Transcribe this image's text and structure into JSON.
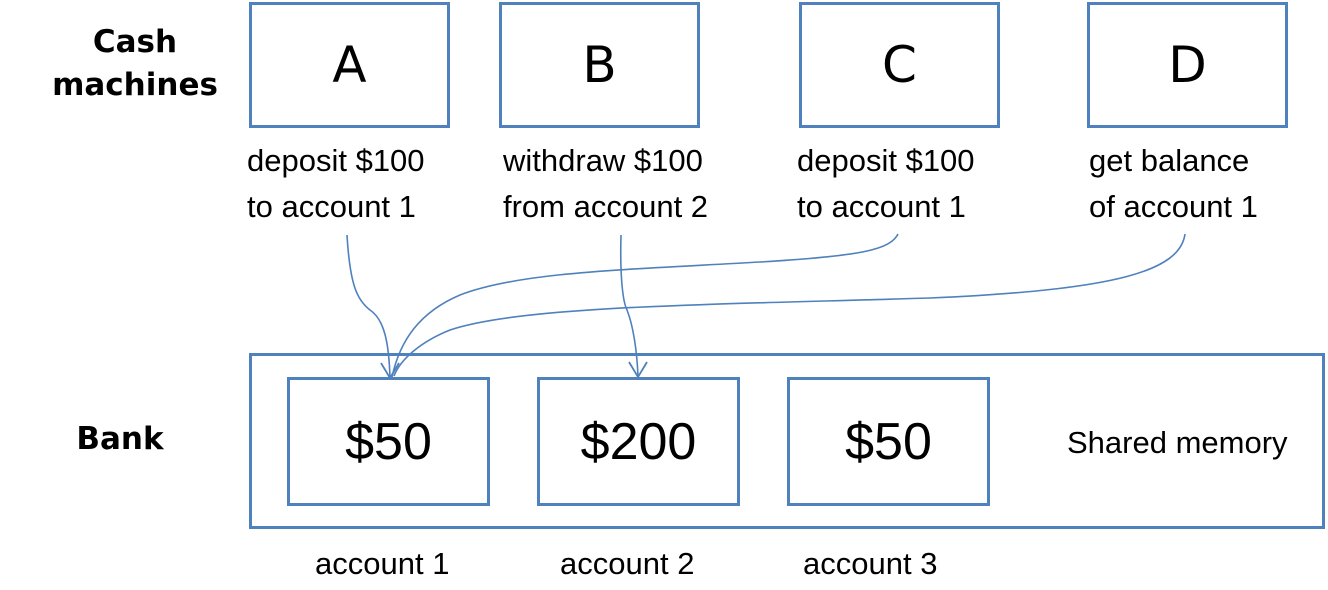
{
  "labels": {
    "cash_line1": "Cash",
    "cash_line2": "machines",
    "bank": "Bank",
    "shared_memory": "Shared memory"
  },
  "machines": [
    {
      "name": "A",
      "op_line1": "deposit $100",
      "op_line2": "to account 1"
    },
    {
      "name": "B",
      "op_line1": "withdraw $100",
      "op_line2": "from account 2"
    },
    {
      "name": "C",
      "op_line1": "deposit $100",
      "op_line2": "to account 1"
    },
    {
      "name": "D",
      "op_line1": "get balance",
      "op_line2": "of account 1"
    }
  ],
  "accounts": [
    {
      "balance": "$50",
      "label": "account 1"
    },
    {
      "balance": "$200",
      "label": "account 2"
    },
    {
      "balance": "$50",
      "label": "account 3"
    }
  ],
  "colors": {
    "box_border": "#4f81bd",
    "arrow": "#4f81bd"
  }
}
